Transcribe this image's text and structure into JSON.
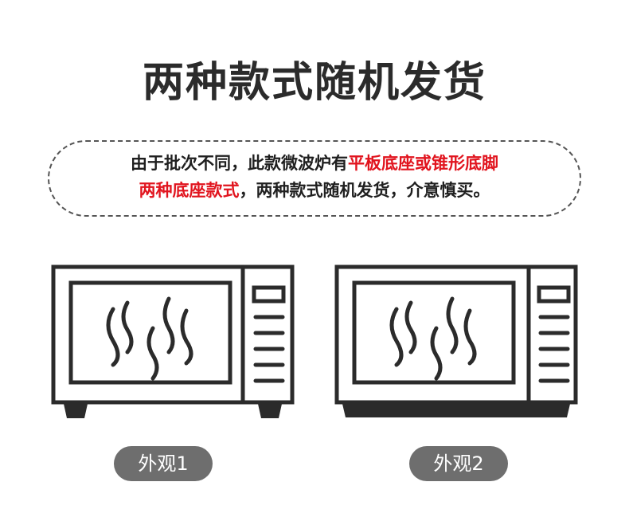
{
  "title": "两种款式随机发货",
  "notice": {
    "line1_plain": "由于批次不同，此款微波炉有",
    "line1_red": "平板底座或锥形底脚",
    "line2_red": "两种底座款式",
    "line2_plain": "，两种款式随机发货，介意慎买。"
  },
  "ovens": [
    {
      "label": "外观1",
      "base_style": "conical-feet",
      "icon": "microwave-icon"
    },
    {
      "label": "外观2",
      "base_style": "flat-base",
      "icon": "microwave-icon"
    }
  ],
  "colors": {
    "outline": "#2b2b2b",
    "highlight": "#e1141e",
    "pill": "#6e6e6e"
  }
}
